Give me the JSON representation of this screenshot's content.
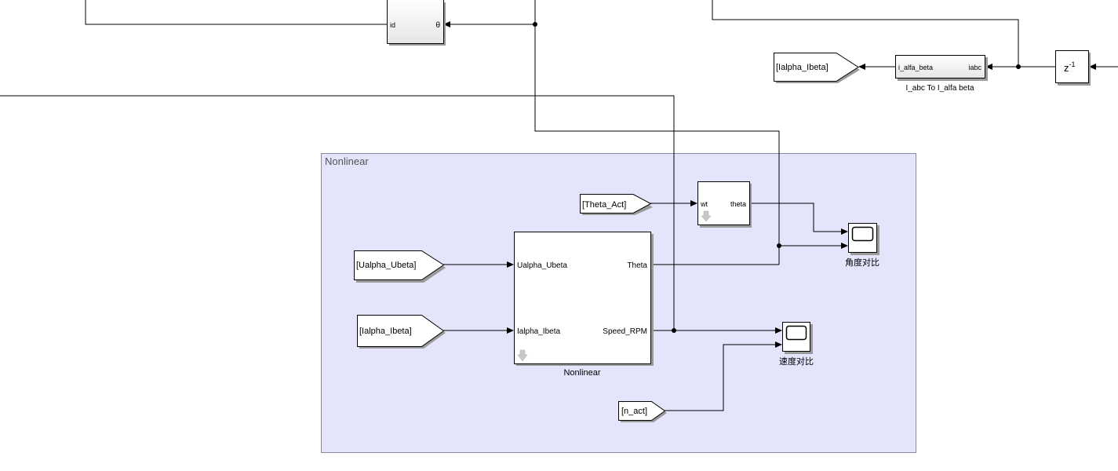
{
  "area": {
    "title": "Nonlinear",
    "fill": "#e4e4fb"
  },
  "blocks": {
    "park": {
      "port_in": "id",
      "port_out": "θ"
    },
    "goto_ialpha": {
      "label": "[Ialpha_Ibeta]"
    },
    "conv": {
      "port_in": "i_alfa_beta",
      "port_out": "iabc",
      "name": "I_abc To I_alfa beta"
    },
    "delay": {
      "label": "z",
      "exp": "-1"
    },
    "from_theta_act": {
      "label": "[Theta_Act]"
    },
    "wt_block": {
      "port_in": "wt",
      "port_out": "theta"
    },
    "from_ualpha": {
      "label": "[Ualpha_Ubeta]"
    },
    "from_ialpha": {
      "label": "[Ialpha_Ibeta]"
    },
    "nonlinear": {
      "in1": "Ualpha_Ubeta",
      "in2": "Ialpha_Ibeta",
      "out1": "Theta",
      "out2": "Speed_RPM",
      "name": "Nonlinear"
    },
    "scope_angle": {
      "name": "角度对比"
    },
    "scope_speed": {
      "name": "速度对比"
    },
    "from_n_act": {
      "label": "[n_act]"
    }
  }
}
